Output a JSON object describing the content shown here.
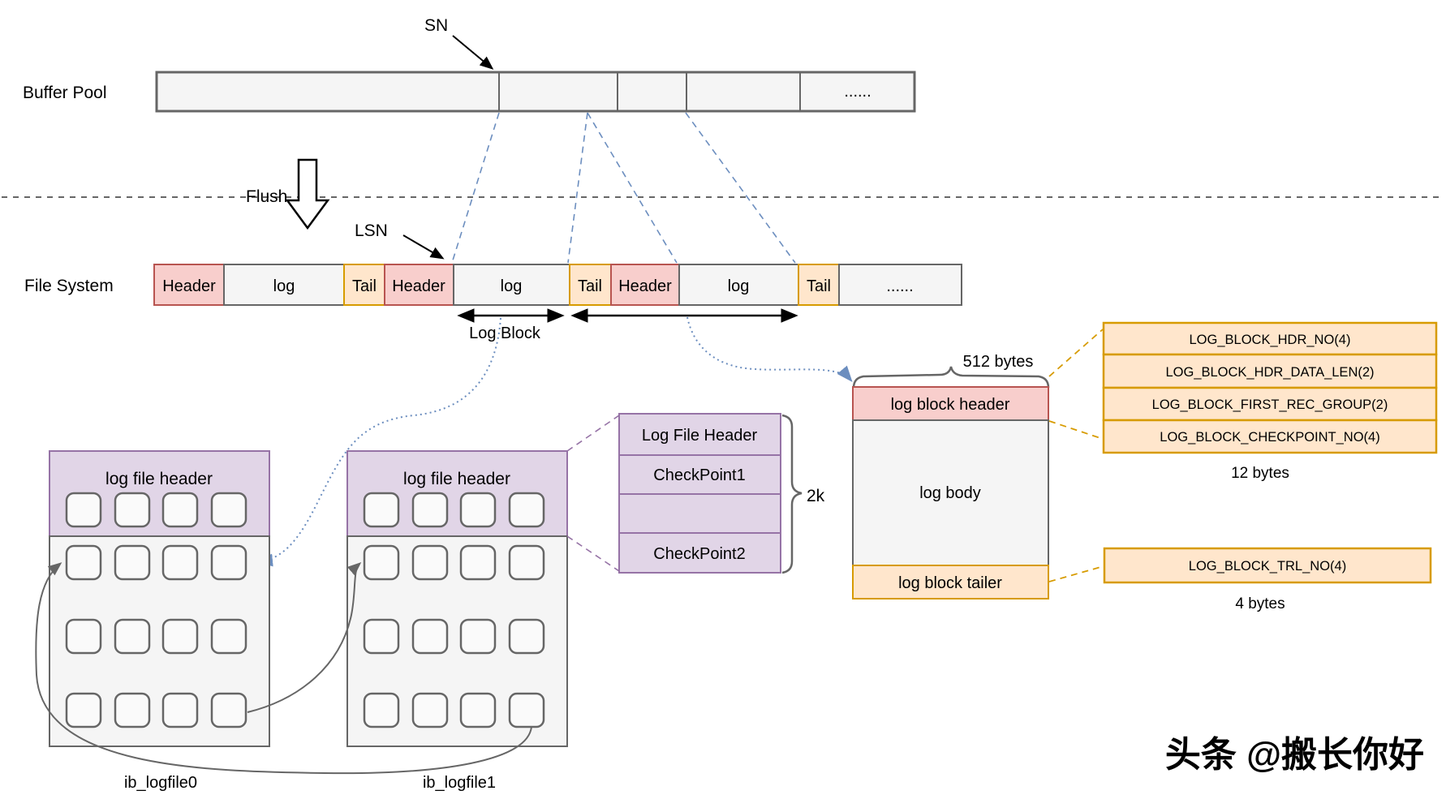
{
  "buffer_pool": {
    "label": "Buffer Pool",
    "sn": "SN",
    "ellipsis": "......"
  },
  "flush_label": "Flush",
  "file_system": {
    "label": "File System",
    "lsn": "LSN",
    "cells": {
      "header": "Header",
      "log": "log",
      "tail": "Tail",
      "ellipsis": "......"
    },
    "log_block": "Log Block"
  },
  "log_files": {
    "header_label": "log file header",
    "file0": "ib_logfile0",
    "file1": "ib_logfile1"
  },
  "file_header_detail": {
    "row1": "Log  File Header",
    "row2": "CheckPoint1",
    "row3": "",
    "row4": "CheckPoint2",
    "size": "2k"
  },
  "log_block_struct": {
    "header": "log block header",
    "body": "log body",
    "tailer": "log block tailer",
    "size": "512 bytes"
  },
  "hdr_fields": {
    "row1": "LOG_BLOCK_HDR_NO(4)",
    "row2": "LOG_BLOCK_HDR_DATA_LEN(2)",
    "row3": "LOG_BLOCK_FIRST_REC_GROUP(2)",
    "row4": "LOG_BLOCK_CHECKPOINT_NO(4)",
    "size": "12 bytes"
  },
  "trl_fields": {
    "row1": "LOG_BLOCK_TRL_NO(4)",
    "size": "4 bytes"
  },
  "watermark": "头条 @搬长你好",
  "colors": {
    "gray_fill": "#f5f5f5",
    "gray_stroke": "#666666",
    "pink_fill": "#f8cecc",
    "pink_stroke": "#b85450",
    "orange_fill": "#ffe6cc",
    "orange_stroke": "#d79b00",
    "purple_fill": "#e1d5e7",
    "purple_stroke": "#9673a6",
    "blue": "#6c8ebf"
  }
}
